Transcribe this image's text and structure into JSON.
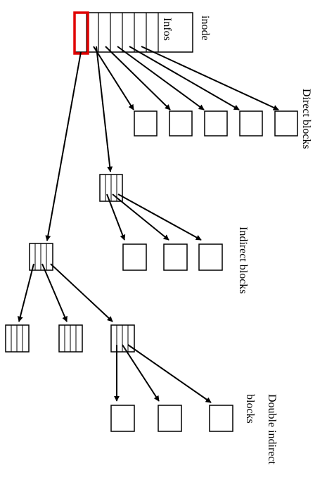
{
  "labels": {
    "inode": "inode",
    "infos": "Infos",
    "direct": "Direct blocks",
    "indirect": "Indirect blocks",
    "double_line1": "Double indirect",
    "double_line2": "blocks"
  },
  "colors": {
    "highlight": "#e00000",
    "ink": "#000000",
    "background": "#ffffff"
  }
}
